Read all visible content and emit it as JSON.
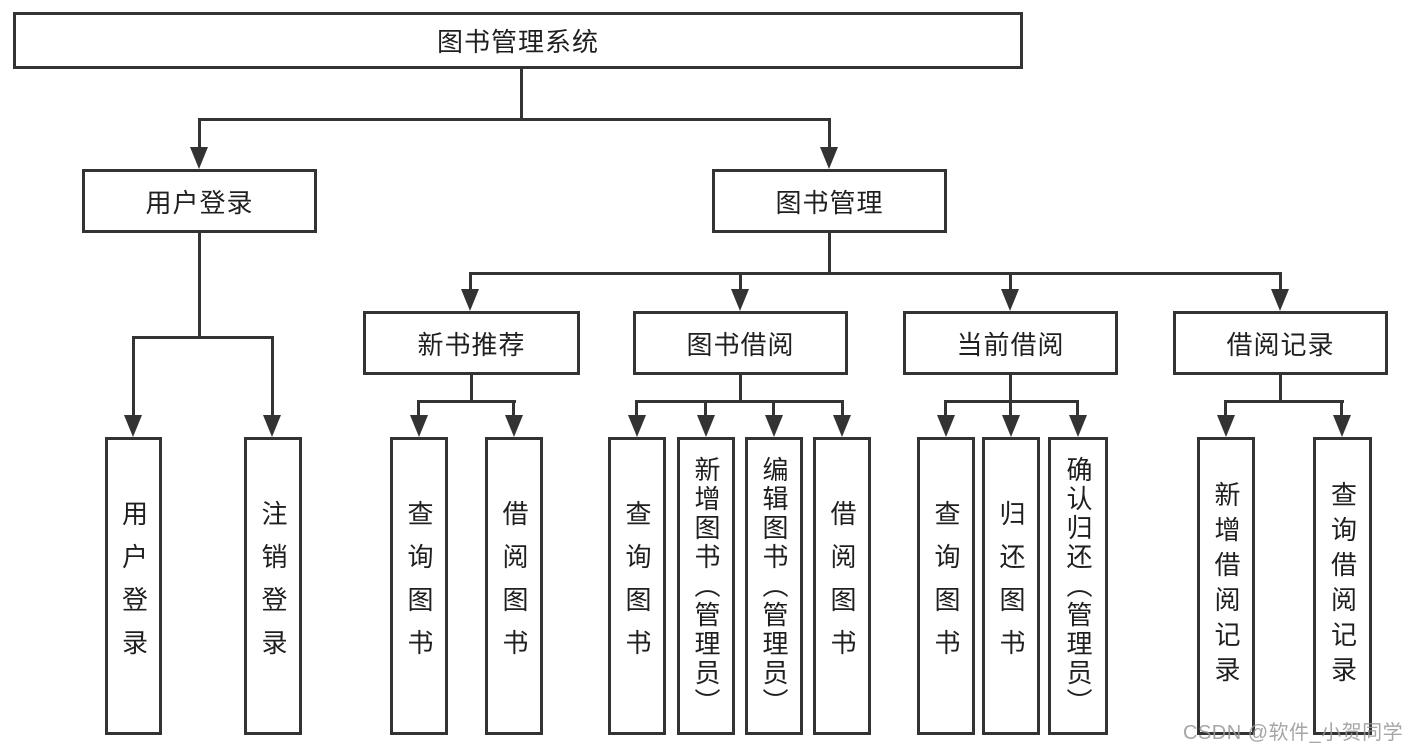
{
  "diagram": {
    "title_node": "图书管理系统",
    "root": {
      "label": "图书管理系统"
    },
    "branches": [
      {
        "label": "用户登录",
        "children": [
          {
            "label": "用户登录"
          },
          {
            "label": "注销登录"
          }
        ]
      },
      {
        "label": "图书管理",
        "children": [
          {
            "label": "新书推荐",
            "children": [
              {
                "label": "查询图书"
              },
              {
                "label": "借阅图书"
              }
            ]
          },
          {
            "label": "图书借阅",
            "children": [
              {
                "label": "查询图书"
              },
              {
                "label": "新增图书（管理员）"
              },
              {
                "label": "编辑图书（管理员）"
              },
              {
                "label": "借阅图书"
              }
            ]
          },
          {
            "label": "当前借阅",
            "children": [
              {
                "label": "查询图书"
              },
              {
                "label": "归还图书"
              },
              {
                "label": "确认归还（管理员）"
              }
            ]
          },
          {
            "label": "借阅记录",
            "children": [
              {
                "label": "新增借阅记录"
              },
              {
                "label": "查询借阅记录"
              }
            ]
          }
        ]
      }
    ]
  },
  "watermark": {
    "text": "CSDN @软件_小贺同学"
  },
  "colors": {
    "line": "#333333",
    "text": "#1f1f1f",
    "watermark": "#969696",
    "background": "#ffffff"
  }
}
